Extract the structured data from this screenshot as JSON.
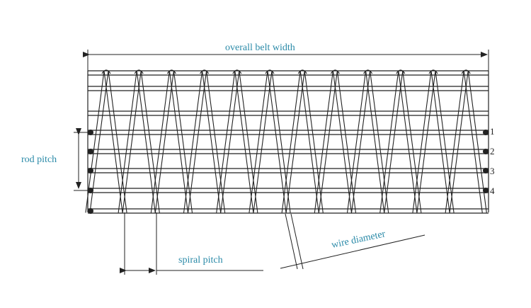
{
  "labels": {
    "overall_belt_width": "overall belt width",
    "rod_pitch": "rod pitch",
    "spiral_pitch": "spiral pitch",
    "wire_diameter": "wire diameter"
  },
  "rod_numbers": [
    "1",
    "2",
    "3",
    "4"
  ],
  "colors": {
    "label_text": "#2a8aa8",
    "line": "#222222",
    "paper": "#ffffff"
  }
}
